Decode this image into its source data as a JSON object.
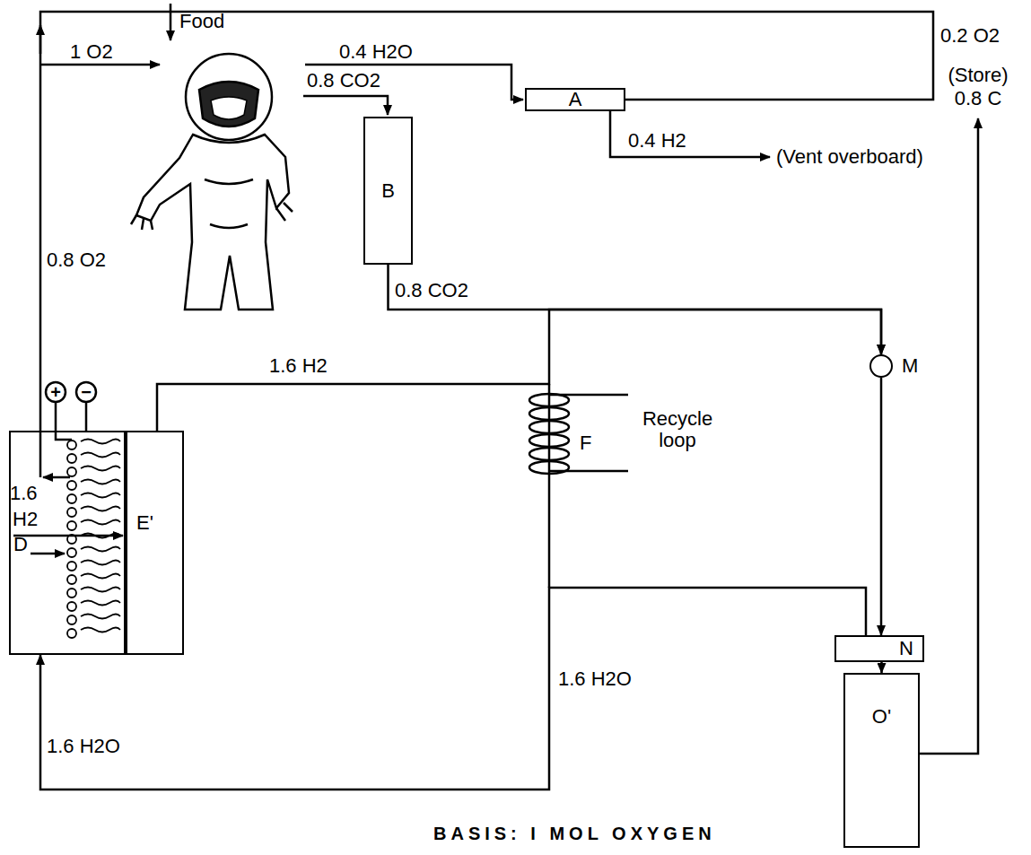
{
  "diagram": {
    "caption": "BASIS: I MOL OXYGEN",
    "nodes": [
      {
        "text": [
          "A"
        ]
      },
      {
        "text": [
          "B"
        ]
      },
      {
        "text": [
          "M"
        ]
      },
      {
        "text": [
          "N"
        ]
      },
      {
        "text": [
          "O'"
        ]
      },
      {
        "text": [
          "D"
        ]
      },
      {
        "text": [
          "E'"
        ]
      }
    ],
    "edges": [
      {
        "from": 1,
        "to": 2,
        "arrow": "to"
      },
      {
        "from": 6,
        "to": 2,
        "arrow": "to"
      },
      {
        "from": 2,
        "to": 3,
        "arrow": "to"
      },
      {
        "from": 3,
        "to": 4,
        "arrow": "to"
      },
      {
        "from": 3,
        "to": 5,
        "arrow": "to"
      }
    ],
    "labels": [
      "Food",
      "1 O2",
      "0.4 H2O",
      "0.2 O2",
      "0.8 CO2",
      "0.4 H2",
      "(Vent overboard)",
      "(Store)",
      "0.8 C",
      "0.8 O2",
      "1.6 H2",
      "0.8 CO2",
      "Recycle loop",
      "F",
      "1.6",
      "H2",
      "1.6 H2O",
      "1.6 H2O",
      "+",
      "−"
    ]
  }
}
